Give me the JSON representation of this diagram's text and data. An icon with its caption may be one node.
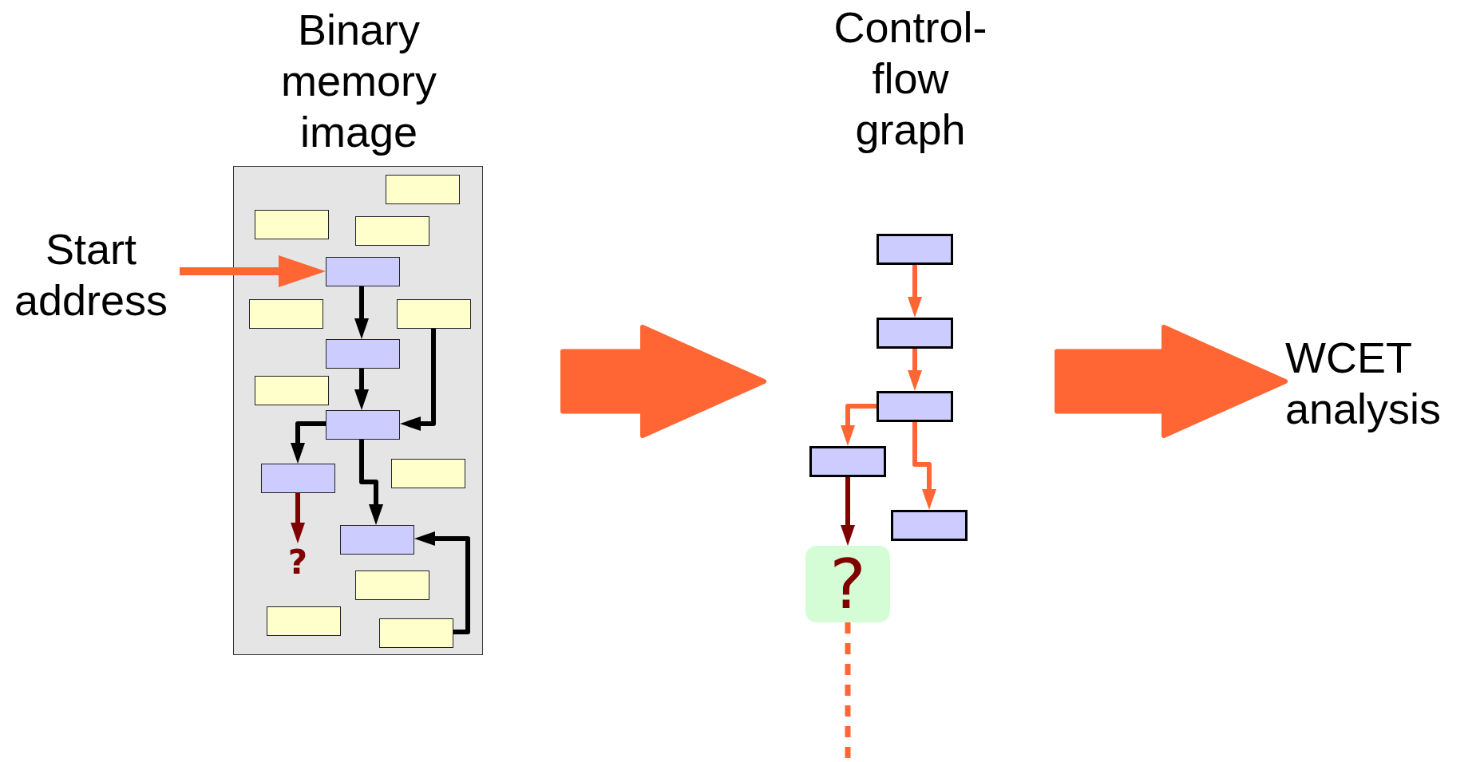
{
  "diagram": {
    "nodes": [
      {
        "text": [
          "Start address"
        ]
      },
      {
        "text": [
          "Binary memory image"
        ]
      },
      {
        "text": [],
        "shape": "box",
        "in": 1
      },
      {
        "text": [],
        "shape": "box",
        "in": 1
      },
      {
        "text": [],
        "shape": "box",
        "in": 1
      },
      {
        "text": [],
        "shape": "box",
        "in": 1
      },
      {
        "text": [],
        "shape": "box",
        "in": 1
      },
      {
        "text": [],
        "shape": "box",
        "in": 1
      },
      {
        "text": [],
        "shape": "box",
        "in": 1
      },
      {
        "text": [],
        "shape": "box",
        "in": 1
      },
      {
        "text": [],
        "shape": "box",
        "in": 1
      },
      {
        "text": [],
        "shape": "box",
        "in": 1
      },
      {
        "text": [],
        "shape": "box",
        "in": 1
      },
      {
        "text": [],
        "shape": "box",
        "in": 1
      },
      {
        "text": [
          "?"
        ],
        "in": 1
      },
      {
        "text": [],
        "shape": "box",
        "in": 1
      },
      {
        "text": [],
        "shape": "box",
        "in": 1
      },
      {
        "text": [],
        "shape": "box",
        "in": 1
      },
      {
        "text": [
          "Control-flow graph"
        ]
      },
      {
        "text": [],
        "shape": "box",
        "in": 18
      },
      {
        "text": [],
        "shape": "box",
        "in": 18
      },
      {
        "text": [],
        "shape": "box",
        "in": 18
      },
      {
        "text": [],
        "shape": "box",
        "in": 18
      },
      {
        "text": [],
        "shape": "box",
        "in": 18
      },
      {
        "text": [
          "?"
        ],
        "in": 18
      },
      {
        "text": [
          "WCET analysis"
        ]
      }
    ],
    "edges": [
      {
        "from": 0,
        "to": 5,
        "arrow": "to",
        "color": "#ff6633"
      },
      {
        "from": 5,
        "to": 8,
        "arrow": "to",
        "color": "#000000"
      },
      {
        "from": 8,
        "to": 10,
        "arrow": "to",
        "color": "#000000"
      },
      {
        "from": 7,
        "to": 10,
        "arrow": "to",
        "color": "#000000"
      },
      {
        "from": 10,
        "to": 12,
        "arrow": "to",
        "color": "#000000"
      },
      {
        "from": 12,
        "to": 14,
        "arrow": "to",
        "color": "#800000"
      },
      {
        "from": 10,
        "to": 13,
        "arrow": "to",
        "color": "#000000"
      },
      {
        "from": 17,
        "to": 13,
        "arrow": "to",
        "color": "#000000"
      },
      {
        "from": 1,
        "to": 18,
        "arrow": "to",
        "style": "thick",
        "color": "#ff6633"
      },
      {
        "from": 19,
        "to": 20,
        "arrow": "to",
        "color": "#ff6633"
      },
      {
        "from": 20,
        "to": 21,
        "arrow": "to",
        "color": "#ff6633"
      },
      {
        "from": 21,
        "to": 22,
        "arrow": "to",
        "color": "#ff6633"
      },
      {
        "from": 21,
        "to": 23,
        "arrow": "to",
        "color": "#ff6633"
      },
      {
        "from": 22,
        "to": 24,
        "arrow": "to",
        "color": "#800000"
      },
      {
        "from": 24,
        "to": null,
        "arrow": "none",
        "style": "dashed",
        "color": "#ff6633"
      },
      {
        "from": 18,
        "to": 25,
        "arrow": "to",
        "style": "thick",
        "color": "#ff6633"
      }
    ]
  }
}
